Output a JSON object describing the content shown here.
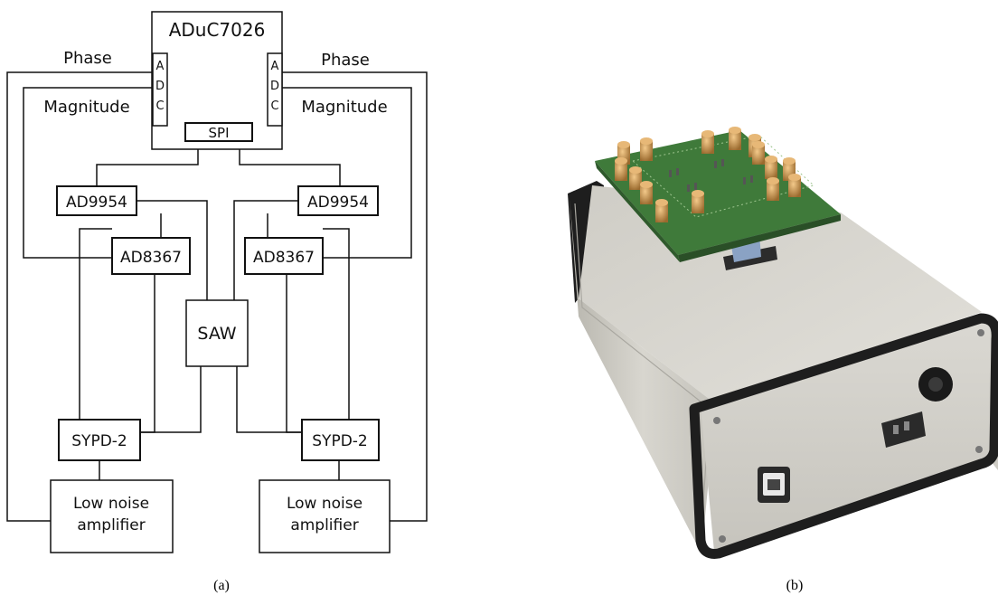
{
  "diagram": {
    "mcu": "ADuC7026",
    "adc_letters": [
      "A",
      "D",
      "C"
    ],
    "spi": "SPI",
    "left": {
      "dds": "AD9954",
      "detector": "AD8367",
      "splitter": "SYPD-2",
      "amp_line1": "Low noise",
      "amp_line2": "amplifier",
      "phase_label": "Phase",
      "magnitude_label": "Magnitude"
    },
    "right": {
      "dds": "AD9954",
      "detector": "AD8367",
      "splitter": "SYPD-2",
      "amp_line1": "Low noise",
      "amp_line2": "amplifier",
      "phase_label": "Phase",
      "magnitude_label": "Magnitude"
    },
    "saw": "SAW"
  },
  "captions": {
    "a": "(a)",
    "b": "(b)"
  },
  "colors": {
    "line": "#111111",
    "box_fill": "#ffffff",
    "enclosure": "#d4d2cb",
    "bezel": "#1e1e1e",
    "pcb": "#3f7a3a",
    "connector": "#c8944a"
  }
}
